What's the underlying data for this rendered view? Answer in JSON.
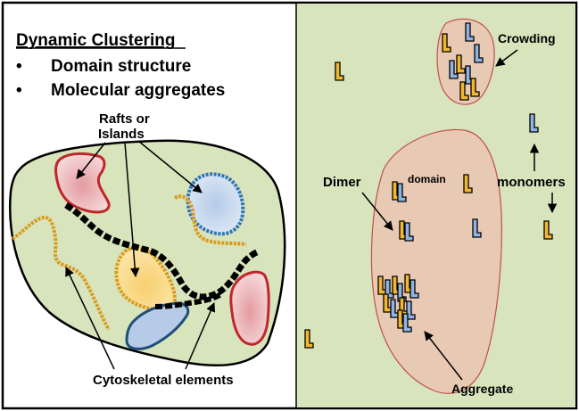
{
  "left_panel": {
    "heading": "Dynamic Clustering",
    "bullets": [
      "Domain structure",
      "Molecular aggregates"
    ],
    "bullet_symbol": "•",
    "rafts_label_line1": "Rafts or",
    "rafts_label_line2": "Islands",
    "cytoskeletal_label": "Cytoskeletal elements"
  },
  "right_panel": {
    "crowding_label": "Crowding",
    "dimer_label": "Dimer",
    "domain_label": "domain",
    "monomers_label": "monomers",
    "aggregate_label": "Aggregate"
  },
  "colors": {
    "membrane_fill": "#d8e4bc",
    "red_raft": "#c0272d",
    "blue_raft": "#2e75b6",
    "orange_raft": "#d99a1b",
    "domain_fill": "#e8c9b4",
    "domain_stroke": "#c0504d",
    "yellow_protein": "#f2b731",
    "blue_protein": "#8db4e2"
  }
}
